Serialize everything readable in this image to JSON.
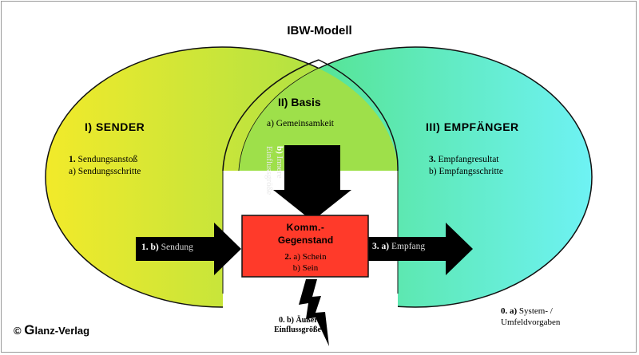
{
  "title": "IBW-Modell",
  "sender": {
    "heading": "I) SENDER",
    "line1_num": "1.",
    "line1_text": " Sendungsanstoß",
    "line2": "a) Sendungsschritte"
  },
  "basis": {
    "heading": "II) Basis",
    "gemeinsamkeit": "a) Gemeinsamkeit",
    "inner_prefix": "b)",
    "inner_rest": " Innere",
    "inner_line2": "Einflussgröße"
  },
  "empfaenger": {
    "heading": "III) EMPFÄNGER",
    "line1_num": "3.",
    "line1_text": " Empfangresultat",
    "line2": "b) Empfangsschritte"
  },
  "gegenstand": {
    "line1": "Komm.-",
    "line2": "Gegenstand",
    "line3_num": "2.",
    "line3_text": " a) Schein",
    "line4": "b) Sein"
  },
  "sendung_arrow": {
    "prefix": "1. b)",
    "text": " Sendung"
  },
  "empfang_arrow": {
    "prefix": "3. a)",
    "text": " Empfang"
  },
  "aeussere": {
    "line1": "0. b) Äußere",
    "line2": "Einflussgröße"
  },
  "system": {
    "line1_num": "0. a)",
    "line1_text": " System- /",
    "line2": "Umfeldvorgaben"
  },
  "logo": {
    "symbol": "©",
    "g": "G",
    "rest": "lanz-Verlag"
  },
  "colors": {
    "sender_left": "#f2ea2a",
    "sender_right": "#9ee04a",
    "empf_left": "#4fe07a",
    "empf_right": "#6ef2f4",
    "basis": "#9ee04a",
    "gegenstand": "#ff3a2a",
    "arrow": "#000000"
  }
}
